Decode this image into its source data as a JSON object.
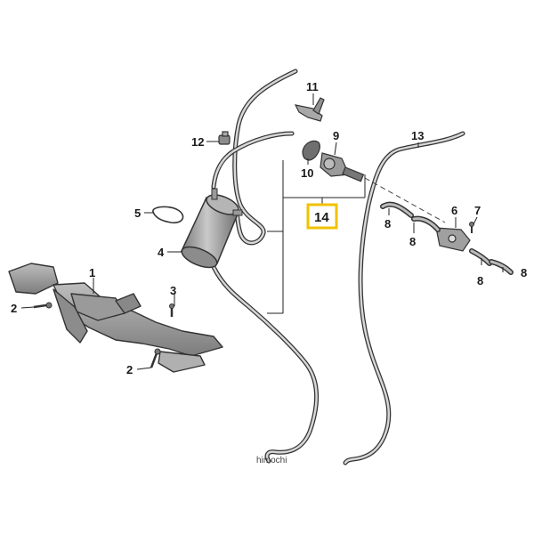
{
  "diagram": {
    "callouts": {
      "c1": "1",
      "c2a": "2",
      "c2b": "2",
      "c3": "3",
      "c4": "4",
      "c5": "5",
      "c6": "6",
      "c7": "7",
      "c8a": "8",
      "c8b": "8",
      "c8c": "8",
      "c8d": "8",
      "c9": "9",
      "c10": "10",
      "c11": "11",
      "c12": "12",
      "c13": "13",
      "c14": "14"
    },
    "watermark": "himochi",
    "highlight_color": "#f2c200"
  }
}
